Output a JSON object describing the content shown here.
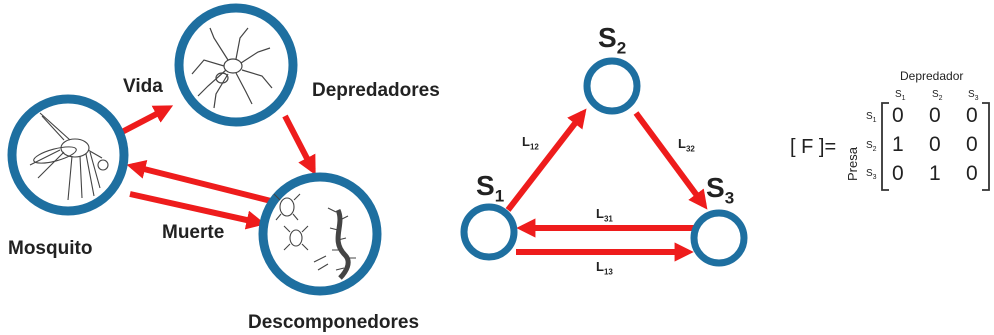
{
  "food_web": {
    "nodes": {
      "mosquito": "Mosquito",
      "predators": "Depredadores",
      "decomposers": "Descomponedores"
    },
    "edges": {
      "life": "Vida",
      "death": "Muerte"
    },
    "icons": [
      "mosquito-icon",
      "spider-icon",
      "beetle-icon",
      "centipede-icon"
    ]
  },
  "graph": {
    "nodes": [
      {
        "id": "S",
        "sub": "1"
      },
      {
        "id": "S",
        "sub": "2"
      },
      {
        "id": "S",
        "sub": "3"
      }
    ],
    "links": [
      {
        "id": "L",
        "sub": "12"
      },
      {
        "id": "L",
        "sub": "32"
      },
      {
        "id": "L",
        "sub": "31"
      },
      {
        "id": "L",
        "sub": "13"
      }
    ]
  },
  "matrix": {
    "label": "[ F ]=",
    "col_title": "Depredador",
    "row_title": "Presa",
    "col_headers": [
      {
        "id": "S",
        "sub": "1"
      },
      {
        "id": "S",
        "sub": "2"
      },
      {
        "id": "S",
        "sub": "3"
      }
    ],
    "row_headers": [
      {
        "id": "S",
        "sub": "1"
      },
      {
        "id": "S",
        "sub": "2"
      },
      {
        "id": "S",
        "sub": "3"
      }
    ],
    "rows": [
      [
        "0",
        "0",
        "0"
      ],
      [
        "1",
        "0",
        "0"
      ],
      [
        "0",
        "1",
        "0"
      ]
    ]
  },
  "colors": {
    "circle": "#1e6fa0",
    "arrow": "#ee1c1c",
    "text": "#222222"
  }
}
